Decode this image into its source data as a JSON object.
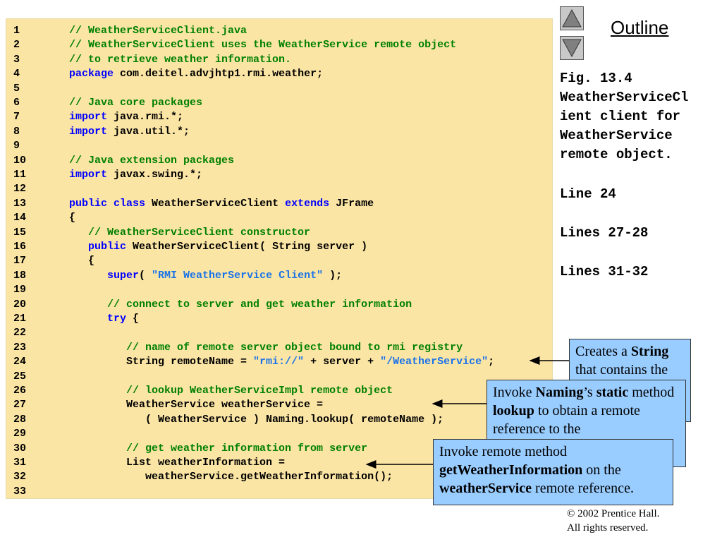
{
  "code_lines": [
    {
      "n": "1",
      "parts": [
        {
          "t": "   // WeatherServiceClient.java",
          "c": "c"
        }
      ]
    },
    {
      "n": "2",
      "parts": [
        {
          "t": "   // WeatherServiceClient uses the WeatherService remote object",
          "c": "c"
        }
      ]
    },
    {
      "n": "3",
      "parts": [
        {
          "t": "   // to retrieve weather information.",
          "c": "c"
        }
      ]
    },
    {
      "n": "4",
      "parts": [
        {
          "t": "   ",
          "c": ""
        },
        {
          "t": "package",
          "c": "k"
        },
        {
          "t": " com.deitel.advjhtp1.rmi.weather;",
          "c": ""
        }
      ]
    },
    {
      "n": "5",
      "parts": []
    },
    {
      "n": "6",
      "parts": [
        {
          "t": "   // Java core packages",
          "c": "c"
        }
      ]
    },
    {
      "n": "7",
      "parts": [
        {
          "t": "   ",
          "c": ""
        },
        {
          "t": "import",
          "c": "k"
        },
        {
          "t": " java.rmi.*;",
          "c": ""
        }
      ]
    },
    {
      "n": "8",
      "parts": [
        {
          "t": "   ",
          "c": ""
        },
        {
          "t": "import",
          "c": "k"
        },
        {
          "t": " java.util.*;",
          "c": ""
        }
      ]
    },
    {
      "n": "9",
      "parts": []
    },
    {
      "n": "10",
      "parts": [
        {
          "t": "   // Java extension packages",
          "c": "c"
        }
      ]
    },
    {
      "n": "11",
      "parts": [
        {
          "t": "   ",
          "c": ""
        },
        {
          "t": "import",
          "c": "k"
        },
        {
          "t": " javax.swing.*;",
          "c": ""
        }
      ]
    },
    {
      "n": "12",
      "parts": []
    },
    {
      "n": "13",
      "parts": [
        {
          "t": "   ",
          "c": ""
        },
        {
          "t": "public class",
          "c": "k"
        },
        {
          "t": " WeatherServiceClient ",
          "c": ""
        },
        {
          "t": "extends",
          "c": "k"
        },
        {
          "t": " JFrame",
          "c": ""
        }
      ]
    },
    {
      "n": "14",
      "parts": [
        {
          "t": "   {",
          "c": ""
        }
      ]
    },
    {
      "n": "15",
      "parts": [
        {
          "t": "      // WeatherServiceClient constructor",
          "c": "c"
        }
      ]
    },
    {
      "n": "16",
      "parts": [
        {
          "t": "      ",
          "c": ""
        },
        {
          "t": "public",
          "c": "k"
        },
        {
          "t": " WeatherServiceClient( String server )",
          "c": ""
        }
      ]
    },
    {
      "n": "17",
      "parts": [
        {
          "t": "      {",
          "c": ""
        }
      ]
    },
    {
      "n": "18",
      "parts": [
        {
          "t": "         ",
          "c": ""
        },
        {
          "t": "super",
          "c": "k"
        },
        {
          "t": "( ",
          "c": ""
        },
        {
          "t": "\"RMI WeatherService Client\"",
          "c": "s"
        },
        {
          "t": " );",
          "c": ""
        }
      ]
    },
    {
      "n": "19",
      "parts": []
    },
    {
      "n": "20",
      "parts": [
        {
          "t": "         // connect to server and get weather information",
          "c": "c"
        }
      ]
    },
    {
      "n": "21",
      "parts": [
        {
          "t": "         ",
          "c": ""
        },
        {
          "t": "try",
          "c": "k"
        },
        {
          "t": " {",
          "c": ""
        }
      ]
    },
    {
      "n": "22",
      "parts": []
    },
    {
      "n": "23",
      "parts": [
        {
          "t": "            // name of remote server object bound to rmi registry",
          "c": "c"
        }
      ]
    },
    {
      "n": "24",
      "parts": [
        {
          "t": "            String remoteName = ",
          "c": ""
        },
        {
          "t": "\"rmi://\"",
          "c": "s"
        },
        {
          "t": " + server + ",
          "c": ""
        },
        {
          "t": "\"/WeatherService\"",
          "c": "s"
        },
        {
          "t": ";",
          "c": ""
        }
      ]
    },
    {
      "n": "25",
      "parts": []
    },
    {
      "n": "26",
      "parts": [
        {
          "t": "            // lookup WeatherServiceImpl remote object",
          "c": "c"
        }
      ]
    },
    {
      "n": "27",
      "parts": [
        {
          "t": "            WeatherService weatherService =",
          "c": ""
        }
      ]
    },
    {
      "n": "28",
      "parts": [
        {
          "t": "               ( WeatherService ) Naming.lookup( remoteName );",
          "c": ""
        }
      ]
    },
    {
      "n": "29",
      "parts": []
    },
    {
      "n": "30",
      "parts": [
        {
          "t": "            // get weather information from server",
          "c": "c"
        }
      ]
    },
    {
      "n": "31",
      "parts": [
        {
          "t": "            List weatherInformation =",
          "c": ""
        }
      ]
    },
    {
      "n": "32",
      "parts": [
        {
          "t": "               weatherService.getWeatherInformation();",
          "c": ""
        }
      ]
    },
    {
      "n": "33",
      "parts": []
    }
  ],
  "nav": {
    "up_icon": "triangle-up-icon",
    "down_icon": "triangle-down-icon"
  },
  "outline_label": "Outline",
  "side_notes": {
    "fig": "Fig. 13.4\nWeatherServiceCl\nient client for\nWeatherService\nremote object.",
    "line24": "Line 24",
    "lines2728": "Lines 27-28",
    "lines3132": "Lines 31-32"
  },
  "callouts": {
    "c1": [
      {
        "t": "Creates a "
      },
      {
        "t": "String",
        "b": true
      },
      {
        "t": " that contains the"
      }
    ],
    "c2": [
      {
        "t": "Invoke "
      },
      {
        "t": "Naming",
        "b": true
      },
      {
        "t": "’s "
      },
      {
        "t": "static",
        "b": true
      },
      {
        "t": " method "
      },
      {
        "t": "lookup",
        "b": true
      },
      {
        "t": " to obtain a remote reference to the"
      }
    ],
    "c3": [
      {
        "t": "Invoke remote method "
      },
      {
        "t": "getWeatherInformation",
        "b": true
      },
      {
        "t": " on the "
      },
      {
        "t": "weatherService",
        "b": true
      },
      {
        "t": " remote reference."
      }
    ]
  },
  "copyright": {
    "line1": "© 2002 Prentice Hall.",
    "line2": "All rights reserved."
  },
  "colors": {
    "code_bg": "#fbe5a5",
    "comment": "#008000",
    "keyword": "#0000ff",
    "string": "#1a73e8",
    "callout_bg": "#99ccff"
  }
}
